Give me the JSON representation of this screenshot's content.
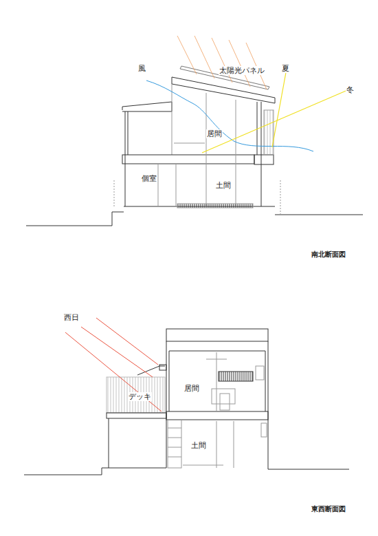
{
  "diagram": {
    "labels": [
      "風",
      "太陽光パネル",
      "夏",
      "冬",
      "居間",
      "個室",
      "土間",
      "南北断面図",
      "西日",
      "デッキ",
      "居間",
      "土間",
      "東西断面図"
    ]
  }
}
